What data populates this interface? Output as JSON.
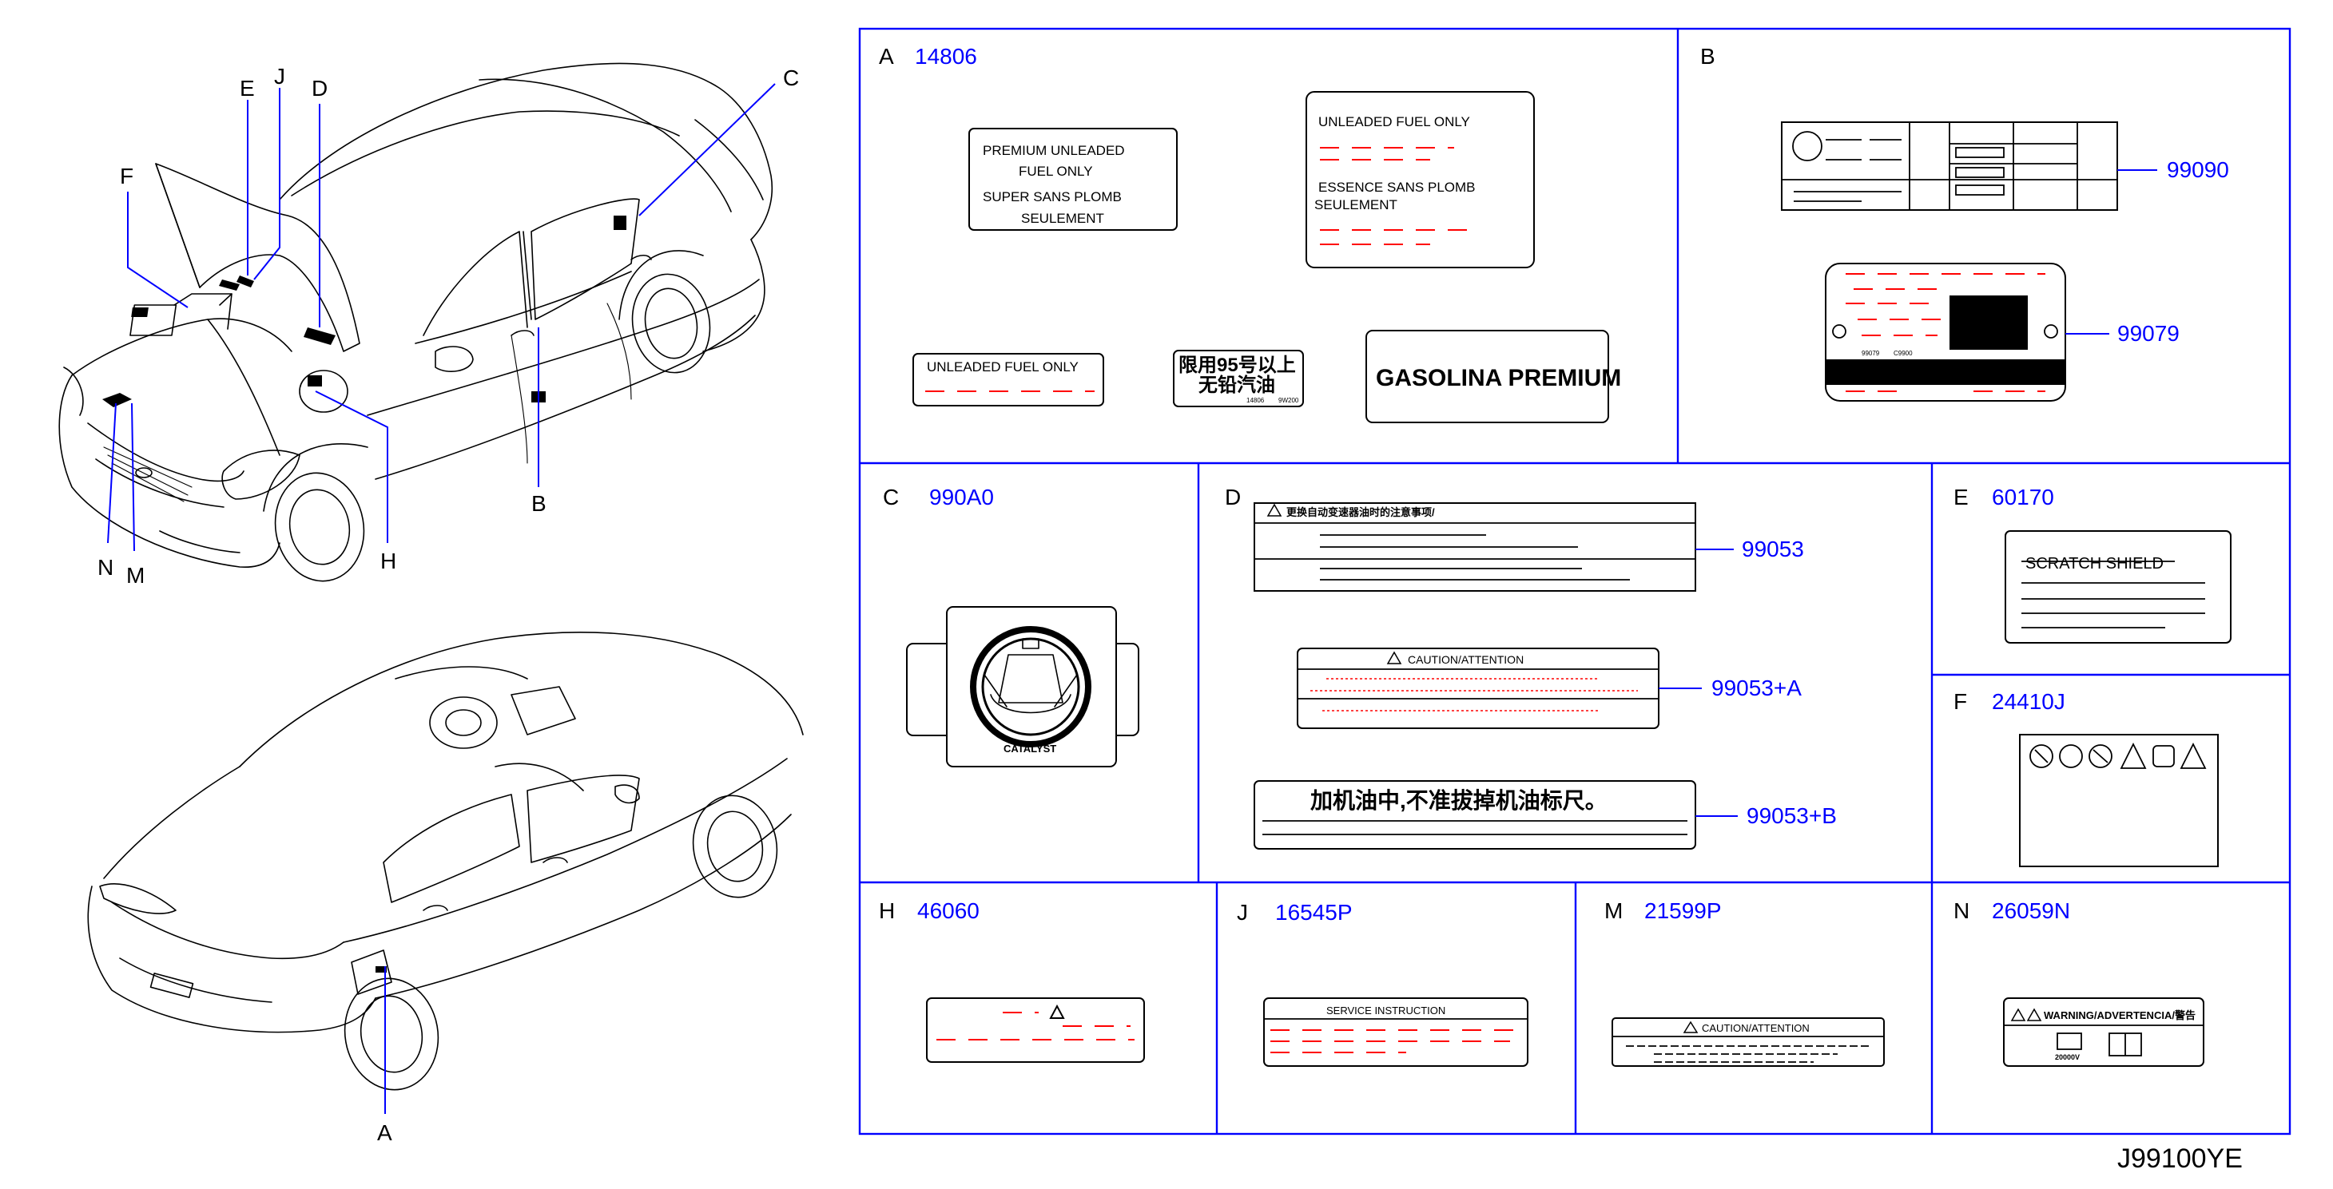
{
  "drawing_id": "J99100YE",
  "car_callouts": {
    "upper": [
      "E",
      "J",
      "D",
      "C",
      "F",
      "B",
      "H",
      "N",
      "M"
    ],
    "lower": [
      "A"
    ]
  },
  "panels": {
    "A": {
      "letter": "A",
      "part_number": "14806",
      "labels": {
        "premium_lines": [
          "PREMIUM    UNLEADED",
          "FUEL    ONLY",
          "SUPER    SANS    PLOMB",
          "SEULEMENT"
        ],
        "unleaded_en": "UNLEADED   FUEL   ONLY",
        "essence_fr": [
          "ESSENCE   SANS   PLOMB",
          "SEULEMENT"
        ],
        "unleaded_small": "UNLEADED   FUEL   ONLY",
        "chinese": [
          "限用95号以上",
          "无铅汽油"
        ],
        "chinese_small": [
          "14806",
          "9W200"
        ],
        "gasolina": "GASOLINA PREMIUM"
      }
    },
    "B": {
      "letter": "B",
      "part_numbers": [
        "99090",
        "99079"
      ],
      "small_codes": [
        "99079",
        "C9900"
      ]
    },
    "C": {
      "letter": "C",
      "part_number": "990A0",
      "catalyst_text": "CATALYST"
    },
    "D": {
      "letter": "D",
      "part_numbers": [
        "99053",
        "99053+A",
        "99053+B"
      ],
      "header_cn": "更换自动变速器油时的注意事项/",
      "caution": "CAUTION/ATTENTION",
      "cn_big": "加机油中,不准拔掉机油标尺。"
    },
    "E": {
      "letter": "E",
      "part_number": "60170",
      "scratch": "SCRATCH    SHIELD"
    },
    "F": {
      "letter": "F",
      "part_number": "24410J"
    },
    "H": {
      "letter": "H",
      "part_number": "46060"
    },
    "J": {
      "letter": "J",
      "part_number": "16545P",
      "service": "SERVICE    INSTRUCTION"
    },
    "M": {
      "letter": "M",
      "part_number": "21599P",
      "caution": "CAUTION/ATTENTION"
    },
    "N": {
      "letter": "N",
      "part_number": "26059N",
      "warning": "WARNING/ADVERTENCIA/警告",
      "voltage": "20000V"
    }
  },
  "colors": {
    "frame": "#0000ff",
    "part_number": "#0000ff",
    "dashed_text": "#ff0000",
    "line": "#000000"
  }
}
